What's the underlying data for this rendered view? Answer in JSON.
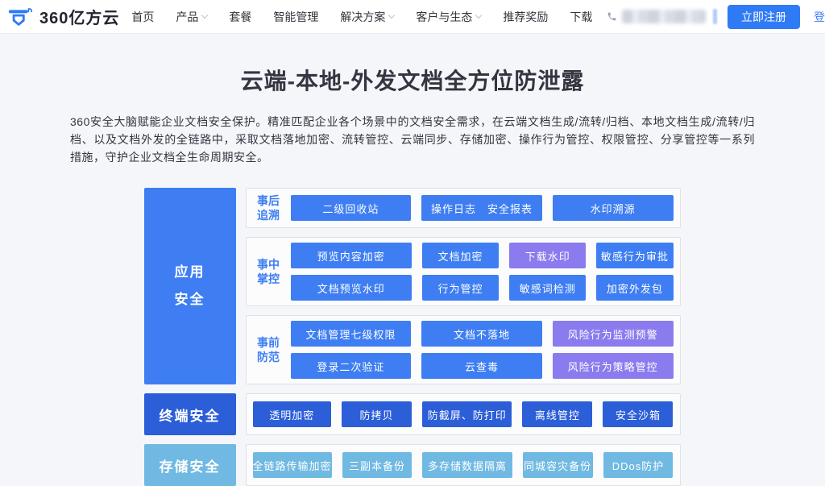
{
  "palette": {
    "brand": "#2F7BF5",
    "blue": "#3E7EF2",
    "dark-blue": "#2C5ED8",
    "light-blue": "#70B9E2",
    "purple": "#8A7BEE"
  },
  "header": {
    "logo_text": "360亿方云",
    "nav": [
      {
        "label": "首页"
      },
      {
        "label": "产品",
        "caret": true
      },
      {
        "label": "套餐"
      },
      {
        "label": "智能管理"
      },
      {
        "label": "解决方案",
        "caret": true
      },
      {
        "label": "客户与生态",
        "caret": true
      },
      {
        "label": "推荐奖励"
      },
      {
        "label": "下载"
      }
    ],
    "register_label": "立即注册",
    "login_label": "登录"
  },
  "hero": {
    "title": "云端-本地-外发文档全方位防泄露",
    "description": "360安全大脑赋能企业文档安全保护。精准匹配企业各个场景中的文档安全需求，在云端文档生成/流转/归档、本地文档生成/流转/归档、以及文档外发的全链路中，采取文档落地加密、流转管控、云端同步、存储加密、操作行为管控、权限管控、分享管控等一系列措施，守护企业文档全生命周期安全。"
  },
  "diagram": {
    "side_labels": {
      "app_line1": "应用",
      "app_line2": "安全",
      "terminal": "终端安全",
      "storage": "存储安全"
    },
    "groups": [
      {
        "label_line1": "事后",
        "label_line2": "追溯",
        "rows": [
          [
            "二级回收站",
            "操作日志　安全报表",
            "水印溯源"
          ]
        ]
      },
      {
        "label_line1": "事中",
        "label_line2": "掌控",
        "rows": [
          [
            "预览内容加密",
            "文档加密",
            "下载水印",
            "敏感行为审批"
          ],
          [
            "文档预览水印",
            "行为管控",
            "敏感词检测",
            "加密外发包"
          ]
        ]
      },
      {
        "label_line1": "事前",
        "label_line2": "防范",
        "rows": [
          [
            "文档管理七级权限",
            "文档不落地",
            "风险行为监测预警"
          ],
          [
            "登录二次验证",
            "云查毒",
            "风险行为策略管控"
          ]
        ]
      },
      {
        "rows": [
          [
            "透明加密",
            "防拷贝",
            "防截屏、防打印",
            "离线管控",
            "安全沙箱"
          ]
        ]
      },
      {
        "rows": [
          [
            "全链路传输加密",
            "三副本备份",
            "多存储数据隔离",
            "同城容灾备份",
            "DDos防护"
          ]
        ]
      }
    ]
  }
}
